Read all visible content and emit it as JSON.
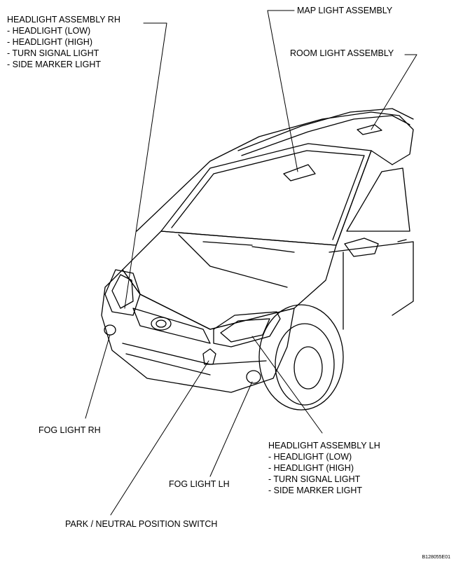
{
  "labels": {
    "headlight_rh": {
      "title": "HEADLIGHT ASSEMBLY RH",
      "items": [
        "- HEADLIGHT (LOW)",
        "- HEADLIGHT (HIGH)",
        "- TURN SIGNAL LIGHT",
        "- SIDE MARKER LIGHT"
      ]
    },
    "map_light": "MAP LIGHT ASSEMBLY",
    "room_light": "ROOM LIGHT ASSEMBLY",
    "fog_light_rh": "FOG LIGHT RH",
    "fog_light_lh": "FOG LIGHT LH",
    "headlight_lh": {
      "title": "HEADLIGHT ASSEMBLY LH",
      "items": [
        "- HEADLIGHT (LOW)",
        "- HEADLIGHT (HIGH)",
        "- TURN SIGNAL LIGHT",
        "- SIDE MARKER LIGHT"
      ]
    },
    "park_neutral": "PARK / NEUTRAL POSITION SWITCH"
  },
  "figure_code": "B128055E01"
}
